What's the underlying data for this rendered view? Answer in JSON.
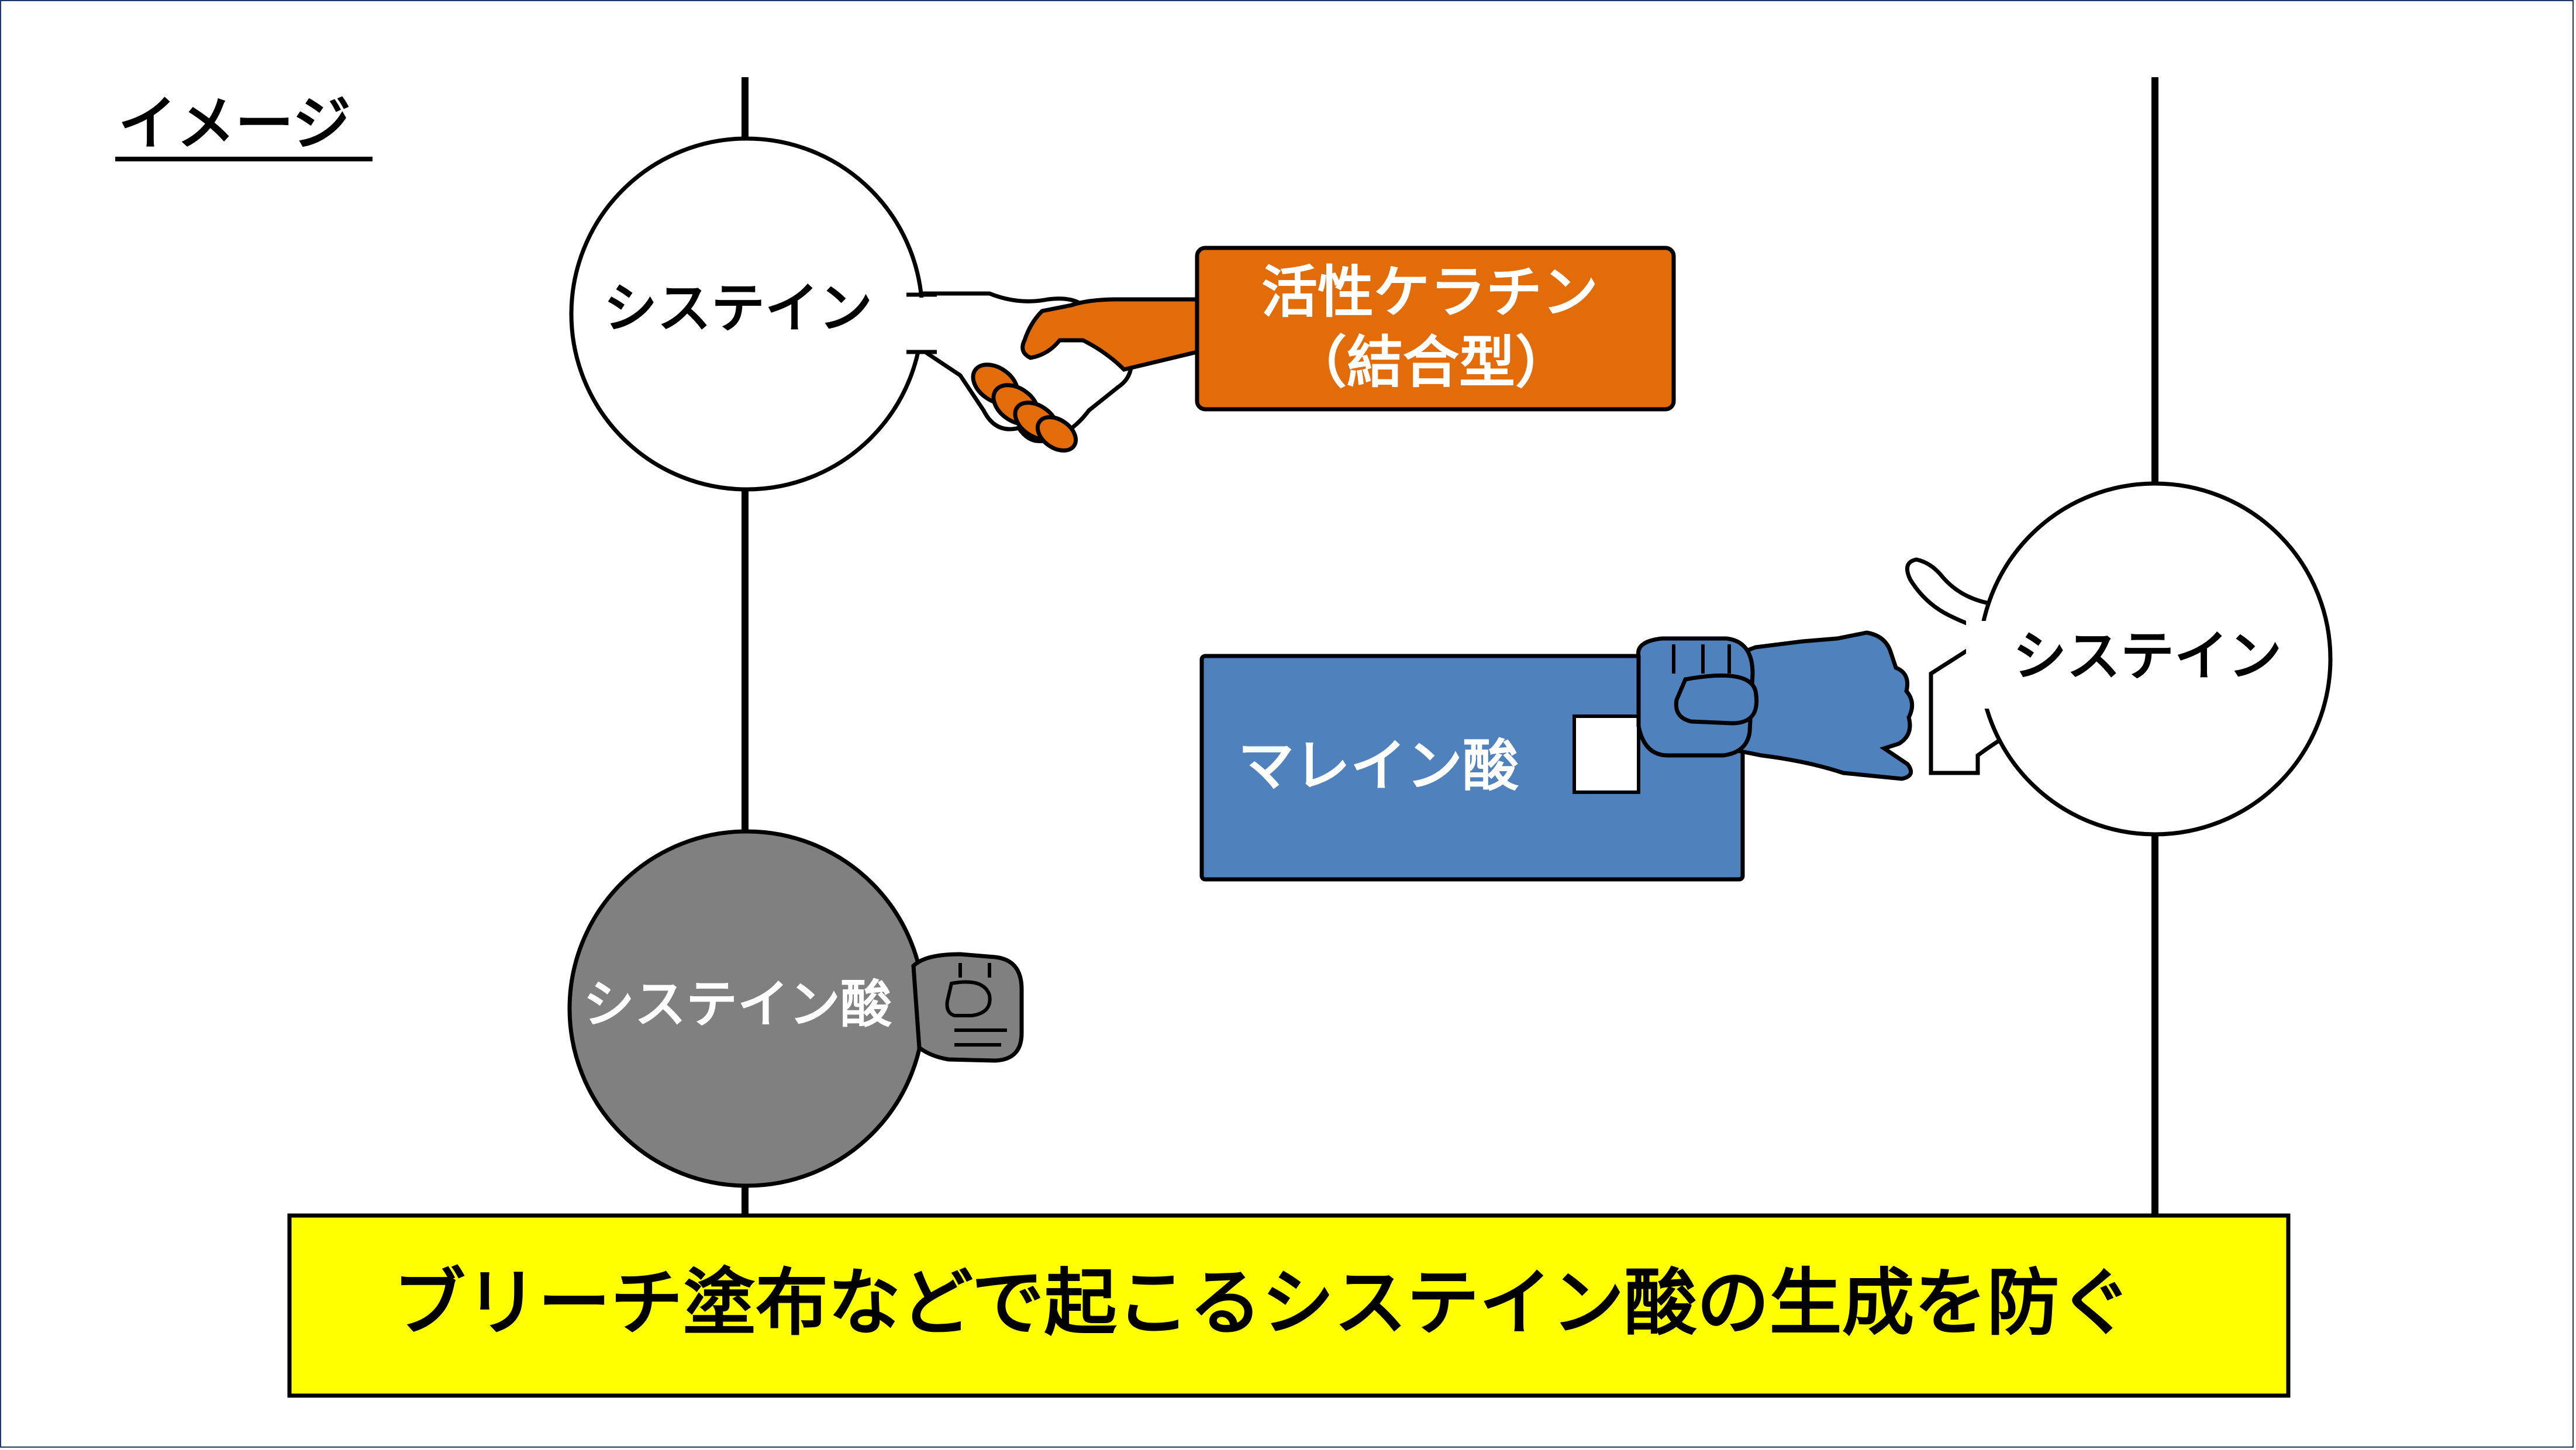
{
  "image_label": "イメージ",
  "nodes": {
    "cystine_left": {
      "label": "システイン"
    },
    "cystine_right": {
      "label": "システイン"
    },
    "cysteic_acid": {
      "label": "システイン酸"
    }
  },
  "boxes": {
    "keratin": {
      "line1": "活性ケラチン",
      "line2": "（結合型）"
    },
    "maleic_acid": {
      "label": "マレイン酸"
    }
  },
  "banner": {
    "text": "ブリーチ塗布などで起こるシステイン酸の生成を防ぐ"
  },
  "colors": {
    "keratin": "#E36C0A",
    "maleic_acid": "#4F81BD",
    "cysteic_acid": "#808080",
    "banner": "#FFFF00",
    "border": "#1F3864"
  },
  "icons": {
    "handshake": "handshake-icon",
    "fist": "fist-icon",
    "grip": "grip-hand-icon"
  }
}
